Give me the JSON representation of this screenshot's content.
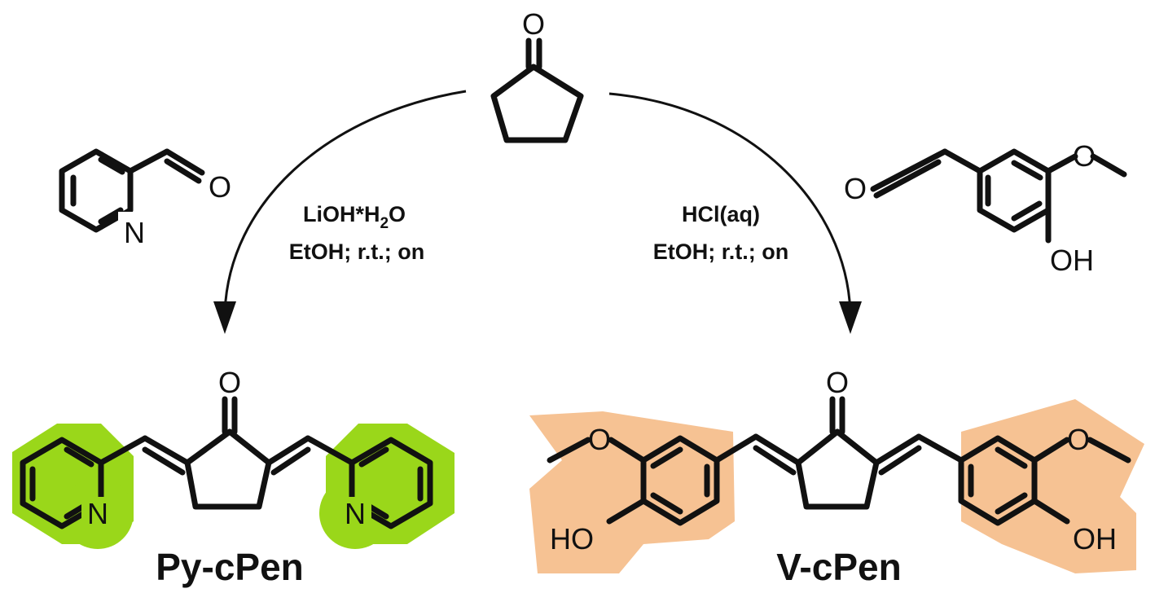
{
  "colors": {
    "ink": "#111111",
    "pyridine_highlight": "#9ad71a",
    "vanillin_highlight": "#f6c293"
  },
  "cyclopentanone": {
    "o": "O"
  },
  "pyridinecarbaldehyde": {
    "o": "O",
    "n": "N"
  },
  "vanillin": {
    "o_aldehyde": "O",
    "o_methoxy": "O",
    "oh": "OH"
  },
  "left_conditions": {
    "line1_base": "LiOH*H",
    "line1_sub": "2",
    "line1_tail": "O",
    "line2": "EtOH; r.t.; on"
  },
  "right_conditions": {
    "line1": "HCl(aq)",
    "line2": "EtOH; r.t.; on"
  },
  "py_cpen": {
    "o": "O",
    "n_left": "N",
    "n_right": "N",
    "name": "Py-cPen"
  },
  "v_cpen": {
    "o": "O",
    "o_left": "O",
    "o_right": "O",
    "oh_left": "HO",
    "oh_right": "OH",
    "name": "V-cPen"
  }
}
